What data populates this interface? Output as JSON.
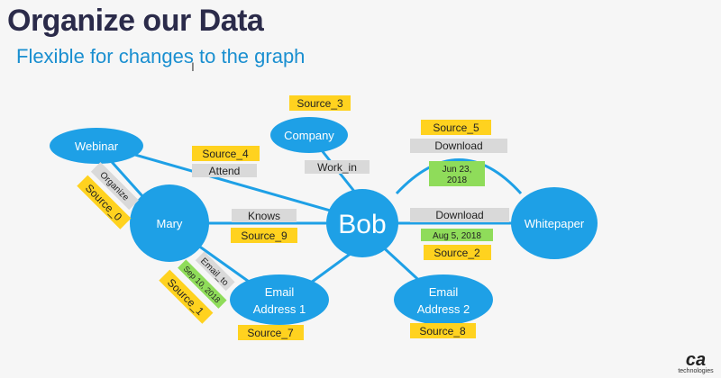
{
  "header": {
    "title": "Organize our Data",
    "subtitle": "Flexible for changes to the graph",
    "cursor_glyph": "I"
  },
  "nodes": {
    "webinar": "Webinar",
    "company": "Company",
    "mary": "Mary",
    "bob": "Bob",
    "whitepaper": "Whitepaper",
    "email1_line1": "Email",
    "email1_line2": "Address 1",
    "email2_line1": "Email",
    "email2_line2": "Address 2"
  },
  "edges": {
    "attend": "Attend",
    "work_in": "Work_in",
    "organize": "Organize",
    "knows": "Knows",
    "email_to": "Email_to",
    "download_top": "Download",
    "download_bottom": "Download"
  },
  "sources": {
    "s0": "Source_0",
    "s1": "Source_1",
    "s2": "Source_2",
    "s3": "Source_3",
    "s4": "Source_4",
    "s5": "Source_5",
    "s7": "Source_7",
    "s8": "Source_8",
    "s9": "Source_9"
  },
  "dates": {
    "jun23_line1": "Jun 23,",
    "jun23_line2": "2018",
    "aug5": "Aug 5, 2018",
    "sep10": "Sep 10, 2018"
  },
  "logo": {
    "mark": "ca",
    "sub": "technologies"
  },
  "colors": {
    "node": "#1ea0e6",
    "edge": "#1ea0e6",
    "source_box": "#ffd21f",
    "label_box": "#d9d9d9",
    "date_box": "#8fdc5a"
  }
}
